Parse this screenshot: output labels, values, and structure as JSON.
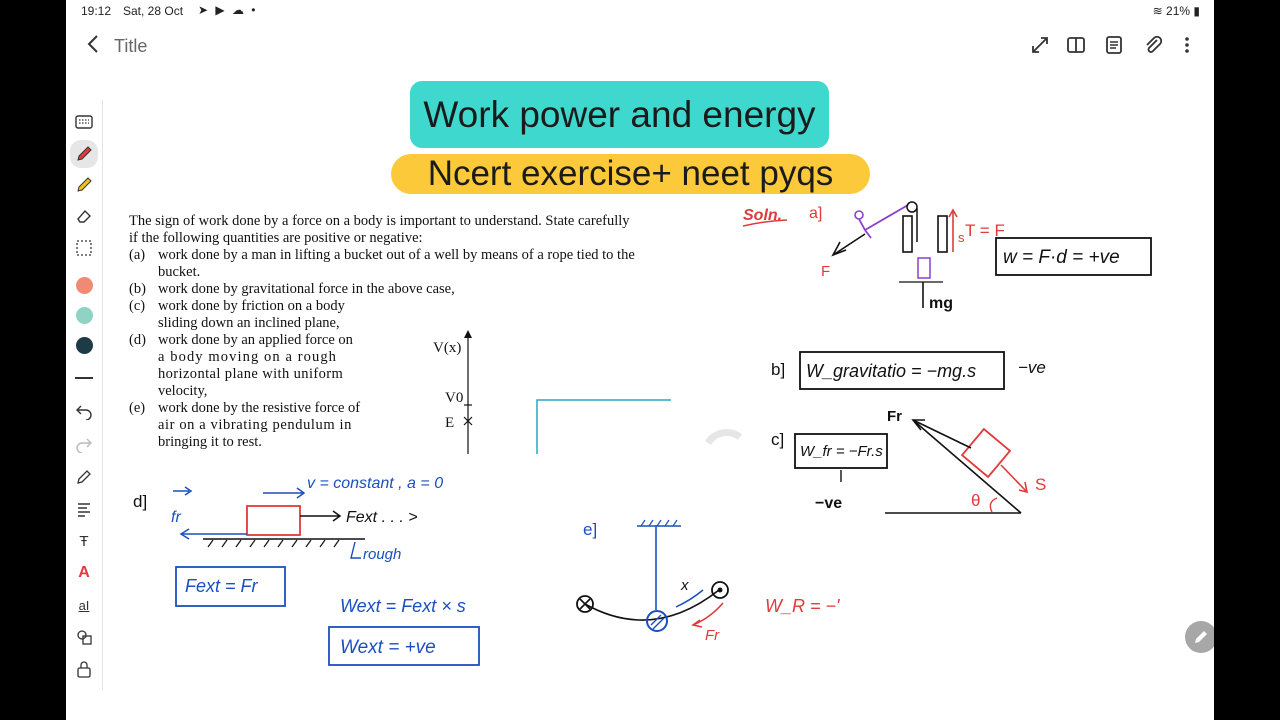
{
  "status": {
    "time": "19:12",
    "date": "Sat, 28 Oct",
    "battery": "21%"
  },
  "header": {
    "title": "Title"
  },
  "headings": {
    "main": "Work power and energy",
    "sub": "Ncert exercise+ neet pyqs"
  },
  "question": {
    "intro1": "The sign of work done by a force on a body is important to understand.  State carefully",
    "intro2": "if the following quantities are positive or negative:",
    "a_label": "(a)",
    "a1": "work done by a man in lifting a bucket out of a well by means of a rope tied to the",
    "a2": "bucket.",
    "b_label": "(b)",
    "b1": "work done by gravitational force in the above case,",
    "c_label": "(c)",
    "c1": "work done by friction on a body",
    "c2": "sliding down an inclined plane,",
    "d_label": "(d)",
    "d1": "work done by an applied force on",
    "d2": "a body moving on a rough",
    "d3": "horizontal plane with uniform",
    "d4": "velocity,",
    "e_label": "(e)",
    "e1": "work done by the resistive force of",
    "e2": "air on a vibrating pendulum in",
    "e3": "bringing it to rest."
  },
  "figure": {
    "v_label": "V(x)",
    "v0_label": "V0",
    "e_label": "E"
  },
  "notes": {
    "soln": "Soln.",
    "a_mark": "a]",
    "b_mark": "b]",
    "c_mark": "c]",
    "d_mark": "d]",
    "e_mark": "e]",
    "a_force": "F",
    "a_s": "s",
    "a_tension": "T = F",
    "a_mg": "mg",
    "a_formula": "w = F·d = +ve",
    "b_formula": "W_gravitatio = −mg.s",
    "b_sign": "−ve",
    "c_fr": "Fr",
    "c_s": "S",
    "c_theta": "θ",
    "c_formula": "W_fr = −Fr.s",
    "c_sign": "−ve",
    "d_fr": "fr",
    "d_v": "v = constant , a = 0",
    "d_fext": "Fext . . . >",
    "d_rough": "rough",
    "d_box1": "Fext = Fr",
    "d_wext": "Wext = Fext × s",
    "d_box2": "Wext = +ve",
    "e_x": "x",
    "e_fr": "Fr",
    "e_wr": "W_R = −'"
  },
  "colors": {
    "heading_teal": "#3fd8cf",
    "heading_yellow": "#fbc93a",
    "ink_red": "#e03a3a",
    "ink_blue": "#1b4fbf",
    "ink_black": "#111111",
    "ink_purple": "#8a3fd0",
    "swatch_salmon": "#ef8b74",
    "swatch_mint": "#8fd3c5",
    "swatch_navy": "#1d3b47"
  }
}
